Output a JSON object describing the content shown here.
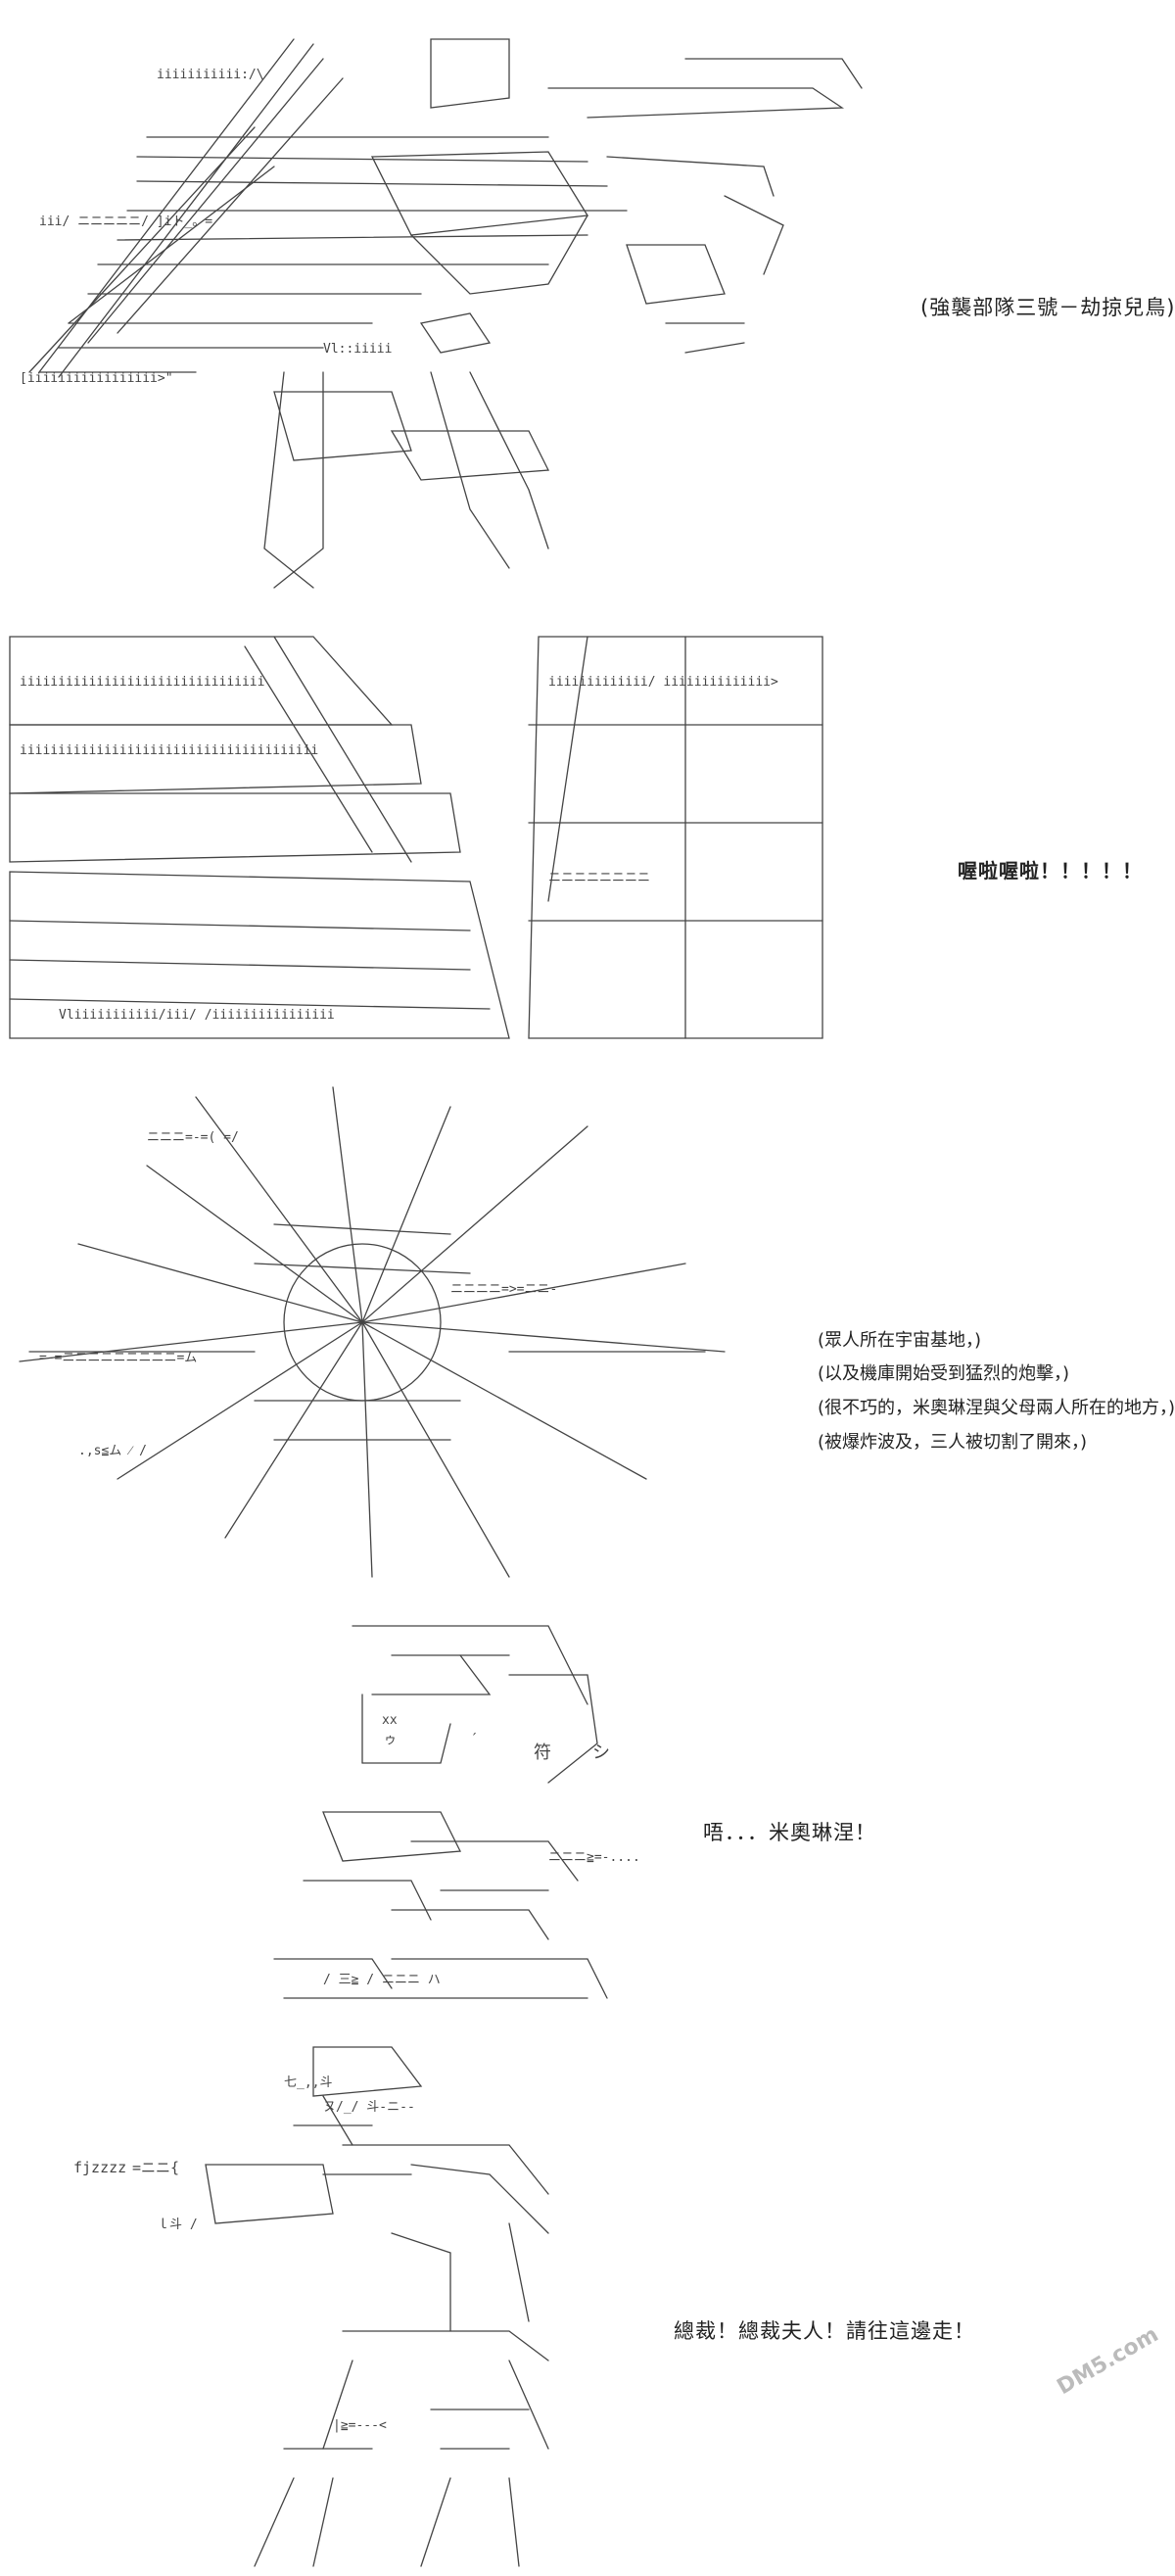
{
  "panels": [
    {
      "id": "panel-1",
      "caption": "(強襲部隊三號－劫掠兒鳥)"
    },
    {
      "id": "panel-2",
      "caption": "喔啦喔啦！！！！！"
    },
    {
      "id": "panel-3",
      "captions": [
        "(眾人所在宇宙基地，)",
        "(以及機庫開始受到猛烈的炮擊，)",
        "(很不巧的，米奧琳涅與父母兩人所在的地方，)",
        "(被爆炸波及，三人被切割了開來，)"
      ]
    },
    {
      "id": "panel-4",
      "caption": "唔．．．米奧琳涅！",
      "art_text": [
        "符",
        "シ"
      ]
    },
    {
      "id": "panel-5",
      "caption": "總裁！總裁夫人！請往這邊走！",
      "art_text": "fjzzzz"
    }
  ],
  "watermark": "DM5.com",
  "colors": {
    "ink": "#444444",
    "background": "#ffffff"
  }
}
